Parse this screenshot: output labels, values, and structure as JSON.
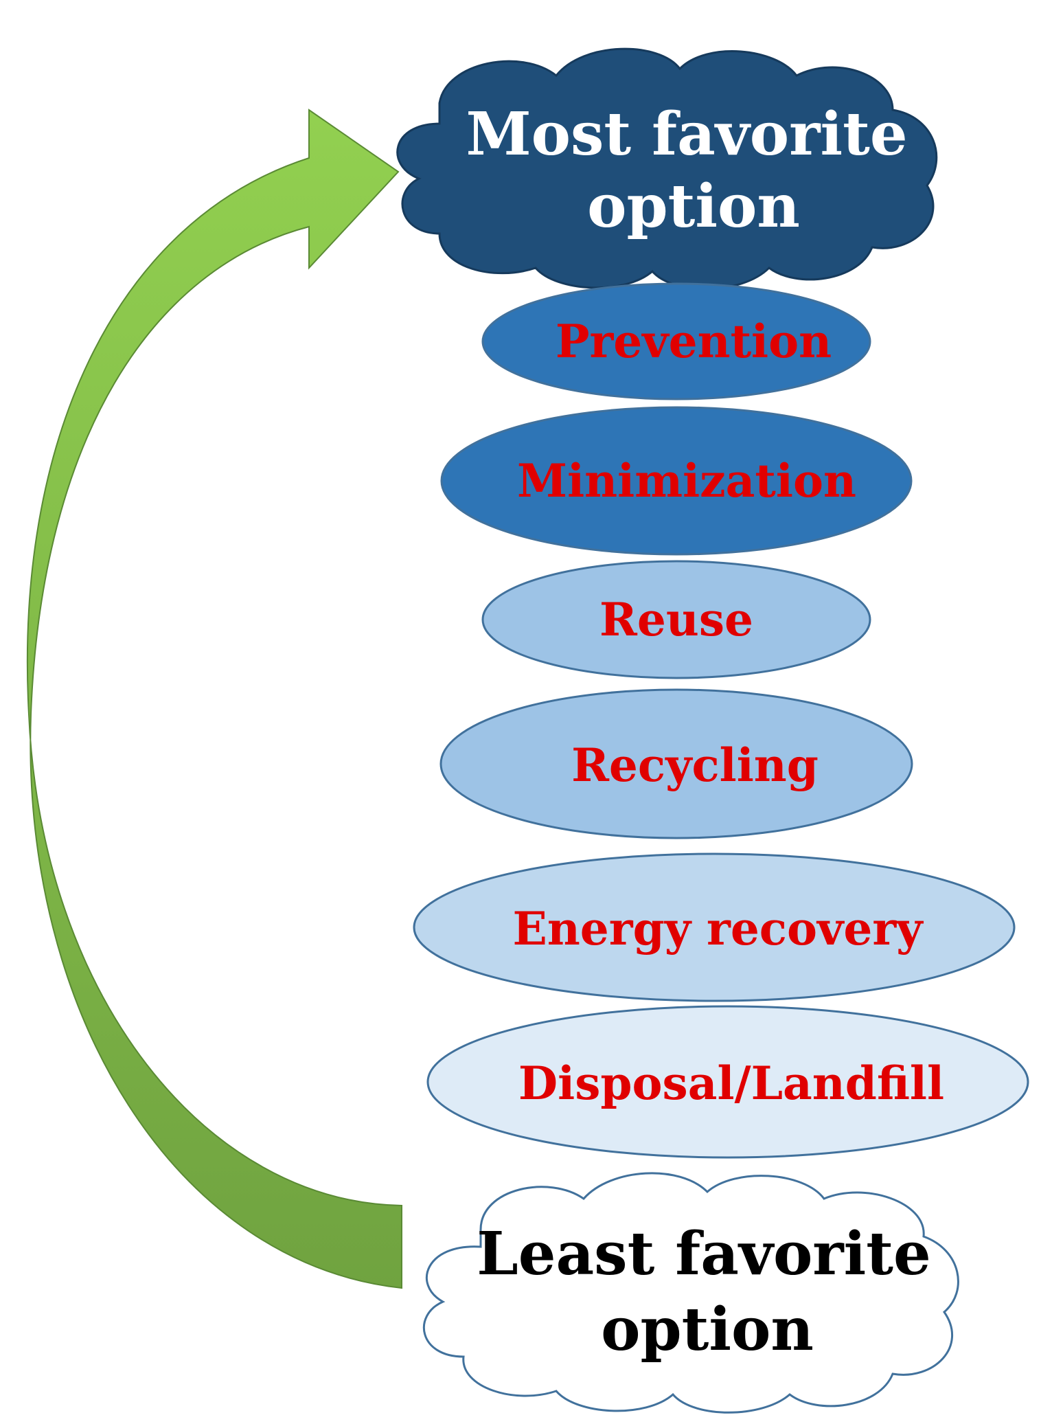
{
  "top": {
    "label_line1": "Most favorite",
    "label_line2": "option",
    "fill": "#1f4e79",
    "text_color": "#ffffff"
  },
  "bottom": {
    "label_line1": "Least favorite",
    "label_line2": "option",
    "fill": "#ffffff",
    "stroke": "#41719c",
    "text_color": "#000000"
  },
  "levels": [
    {
      "label": "Prevention",
      "fill": "#2e75b6"
    },
    {
      "label": "Minimization",
      "fill": "#2e75b6"
    },
    {
      "label": "Reuse",
      "fill": "#9dc3e6"
    },
    {
      "label": "Recycling",
      "fill": "#9dc3e6"
    },
    {
      "label": "Energy recovery",
      "fill": "#bdd7ee"
    },
    {
      "label": "Disposal/Landfill",
      "fill": "#deebf7"
    }
  ],
  "colors": {
    "level_text": "#e00000",
    "level_stroke": "#41719c",
    "arrow_light": "#92d050",
    "arrow_dark": "#70a340"
  },
  "arrow": {
    "icon": "curved-up-arrow-icon",
    "direction": "up"
  }
}
